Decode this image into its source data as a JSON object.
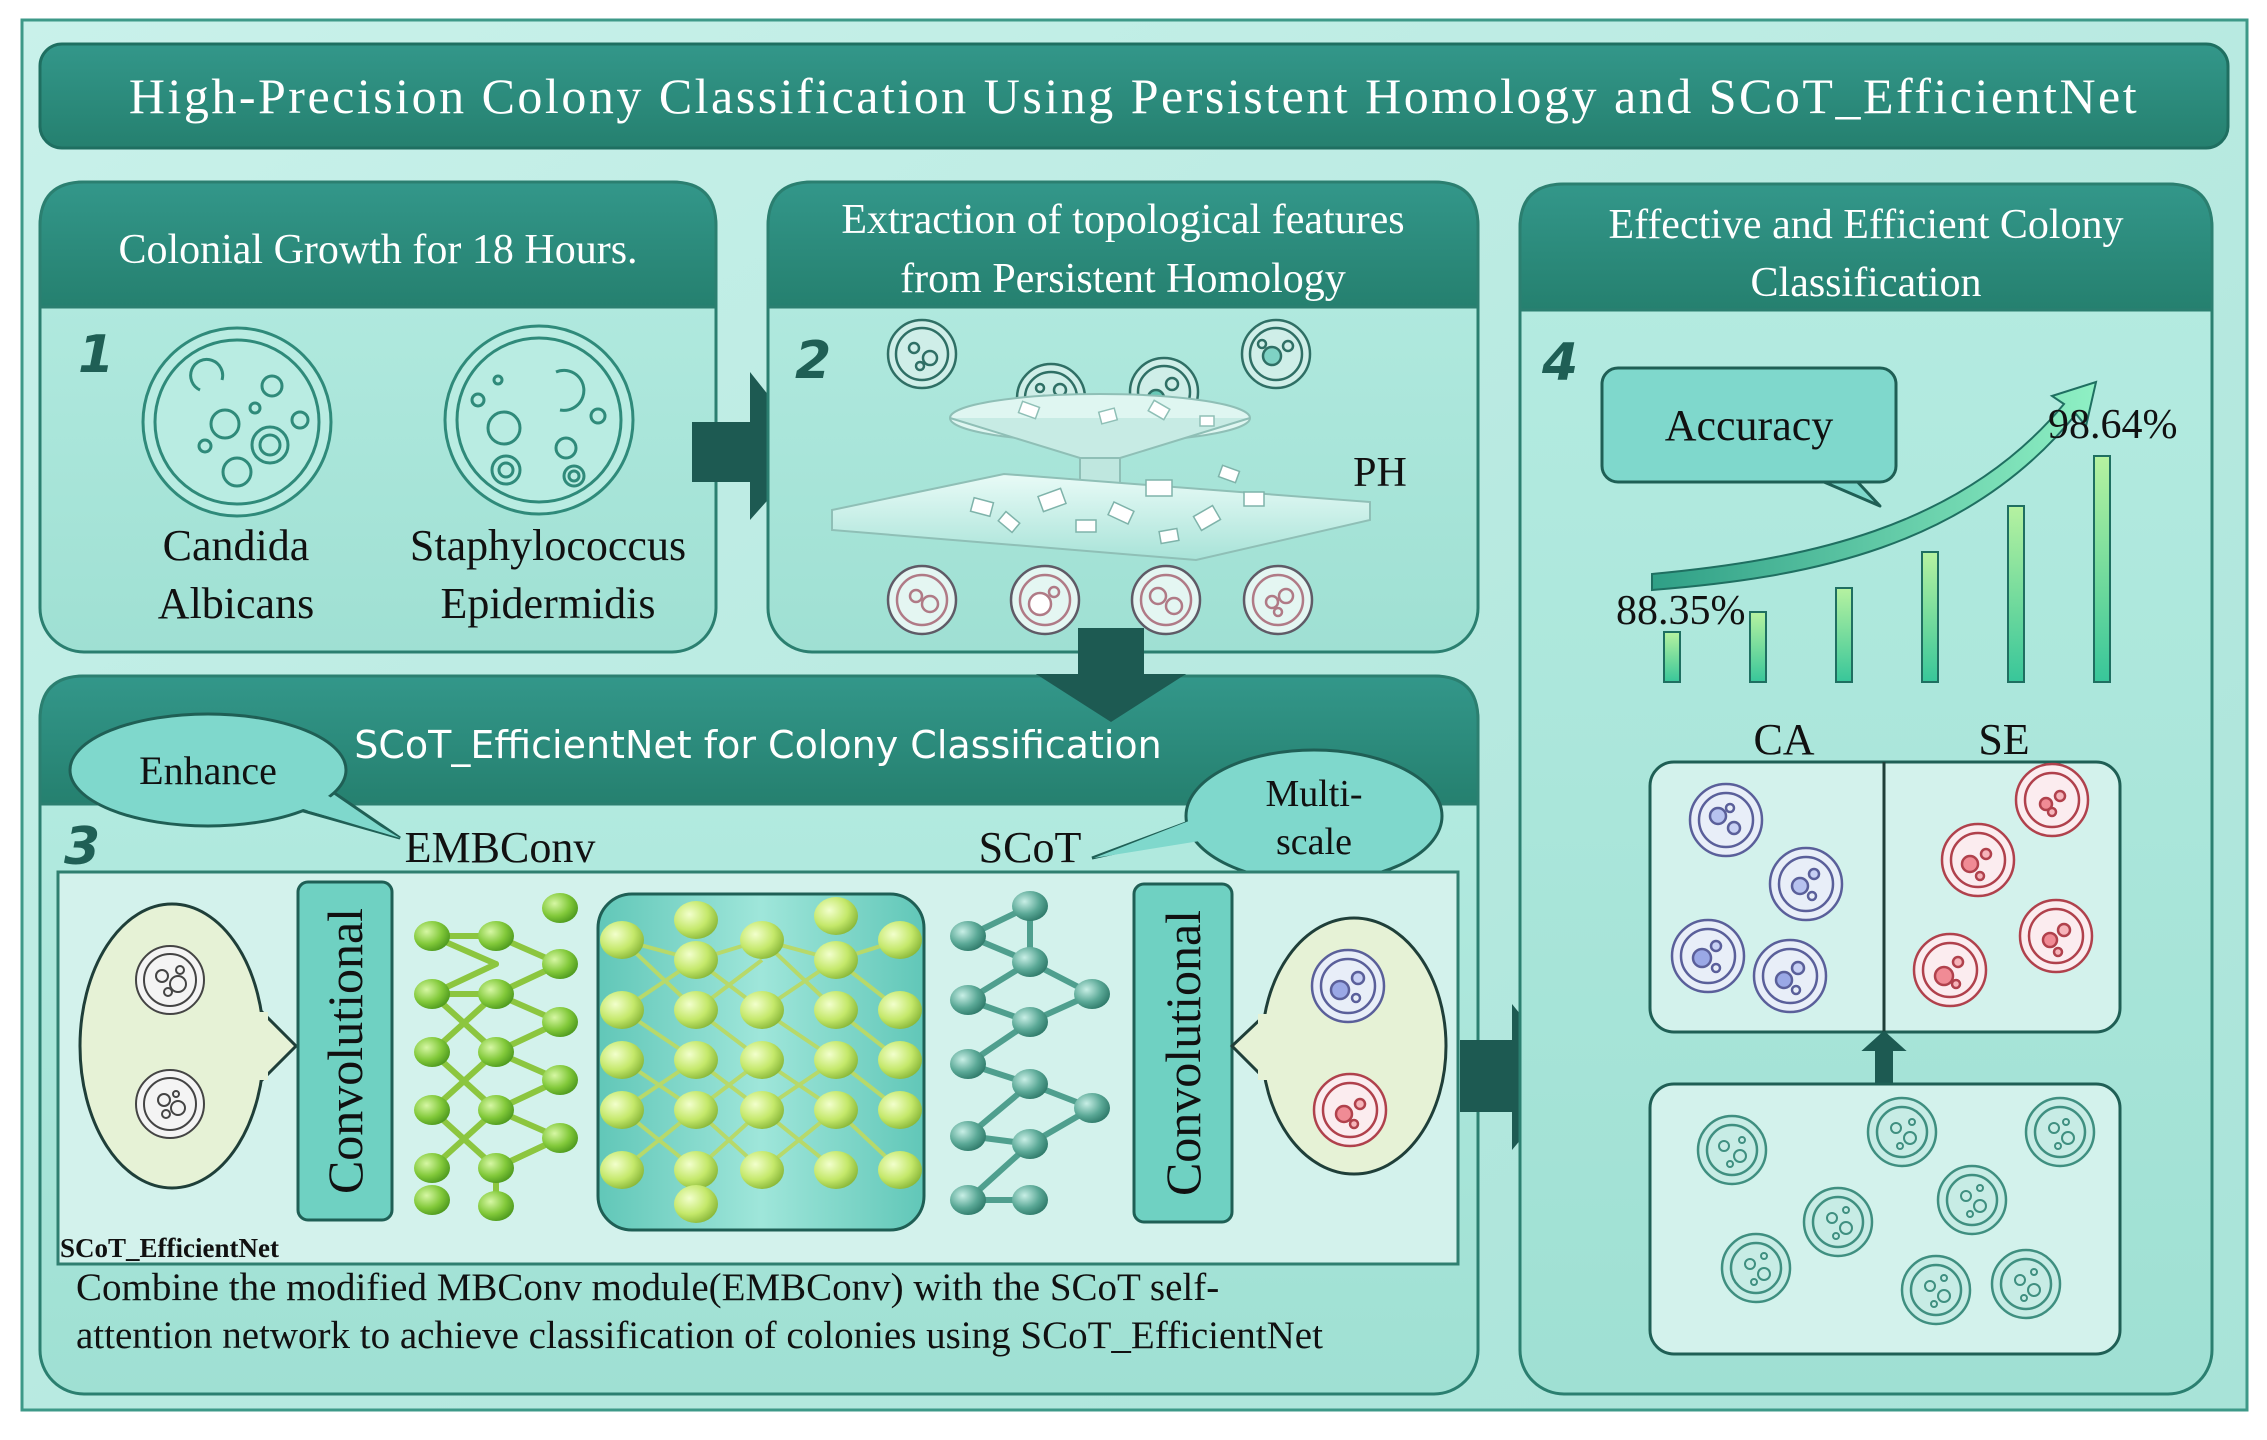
{
  "title": "High-Precision Colony Classification Using Persistent Homology and SCoT_EfficientNet",
  "panel1": {
    "number": "1",
    "header": "Colonial Growth for 18 Hours.",
    "species": [
      {
        "line1": "Candida",
        "line2": "Albicans"
      },
      {
        "line1": "Staphylococcus",
        "line2": "Epidermidis"
      }
    ]
  },
  "panel2": {
    "number": "2",
    "header_line1": "Extraction of topological features",
    "header_line2": "from Persistent Homology",
    "ph_label": "PH"
  },
  "panel3": {
    "number": "3",
    "header": "SCoT_EfficientNet for Colony Classification",
    "enhance_bubble": "Enhance",
    "multiscale_line1": "Multi-",
    "multiscale_line2": "scale",
    "embconv_label": "EMBConv",
    "scot_label": "SCoT",
    "conv_left": "Convolutional",
    "conv_right": "Convolutional",
    "network_name": "SCoT_EfficientNet",
    "caption_line1": "Combine the modified MBConv module(EMBConv) with the SCoT self-",
    "caption_line2": "attention network to achieve classification of colonies using SCoT_EfficientNet"
  },
  "panel4": {
    "number": "4",
    "header_line1": "Effective and Efficient Colony",
    "header_line2": "Classification",
    "accuracy_bubble": "Accuracy",
    "start_value": "88.35%",
    "end_value": "98.64%",
    "class_a": "CA",
    "class_b": "SE"
  },
  "colors": {
    "frame": "#3d9988",
    "header_fill": "#2b8a78",
    "panel_fill": "#a9e6dc",
    "panel_fill_light": "#bfeee6",
    "arrow": "#1d5a52",
    "bar": "#5fd4a2",
    "green_node": "#8cd13f",
    "teal_node": "#4f9f8e"
  }
}
